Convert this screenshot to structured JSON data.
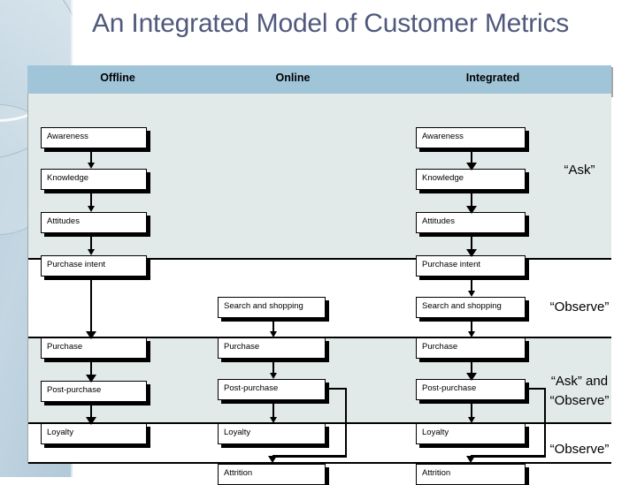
{
  "slide": {
    "title": "An Integrated Model of Customer Metrics"
  },
  "columns": [
    {
      "label": "Offline"
    },
    {
      "label": "Online"
    },
    {
      "label": "Integrated"
    }
  ],
  "boxes": {
    "offline": [
      {
        "label": "Awareness"
      },
      {
        "label": "Knowledge"
      },
      {
        "label": "Attitudes"
      },
      {
        "label": "Purchase intent"
      },
      {
        "label": "Purchase"
      },
      {
        "label": "Post-purchase"
      },
      {
        "label": "Loyalty"
      }
    ],
    "online": [
      {
        "label": "Search and shopping"
      },
      {
        "label": "Purchase"
      },
      {
        "label": "Post-purchase"
      },
      {
        "label": "Loyalty"
      },
      {
        "label": "Attrition"
      }
    ],
    "integrated": [
      {
        "label": "Awareness"
      },
      {
        "label": "Knowledge"
      },
      {
        "label": "Attitudes"
      },
      {
        "label": "Purchase intent"
      },
      {
        "label": "Search and shopping"
      },
      {
        "label": "Purchase"
      },
      {
        "label": "Post-purchase"
      },
      {
        "label": "Loyalty"
      },
      {
        "label": "Attrition"
      }
    ]
  },
  "annotations": [
    {
      "text": "“Ask”"
    },
    {
      "text": "“Observe”"
    },
    {
      "text": "“Ask” and"
    },
    {
      "text": "“Observe”"
    },
    {
      "text": "“Observe”"
    }
  ],
  "colors": {
    "header_bar": "#a0c5d8",
    "body_band": "#e2e9e9",
    "title_text": "#50597c",
    "deco_band": "#b9cfdd"
  }
}
